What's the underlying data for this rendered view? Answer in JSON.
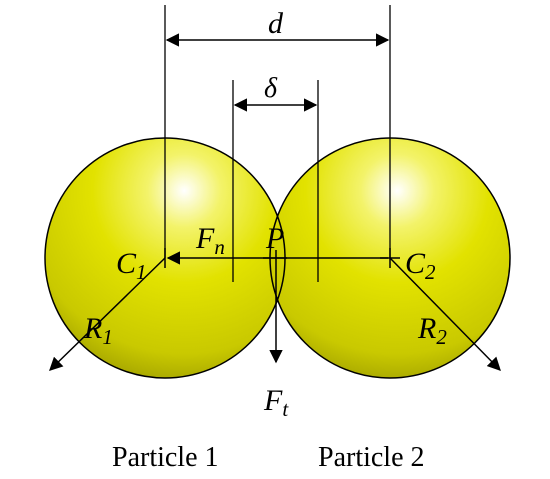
{
  "labels": {
    "d": "d",
    "delta": "δ",
    "fn_main": "F",
    "fn_sub": "n",
    "p": "P",
    "c1_main": "C",
    "c1_sub": "1",
    "c2_main": "C",
    "c2_sub": "2",
    "r1_main": "R",
    "r1_sub": "1",
    "r2_main": "R",
    "r2_sub": "2",
    "ft_main": "F",
    "ft_sub": "t"
  },
  "captions": {
    "particle1": "Particle 1",
    "particle2": "Particle 2"
  },
  "colors": {
    "sphere_fill": "#e2e200",
    "sphere_highlight": "#ffffff",
    "sphere_shadow": "#8a8a00",
    "line": "#000000"
  }
}
